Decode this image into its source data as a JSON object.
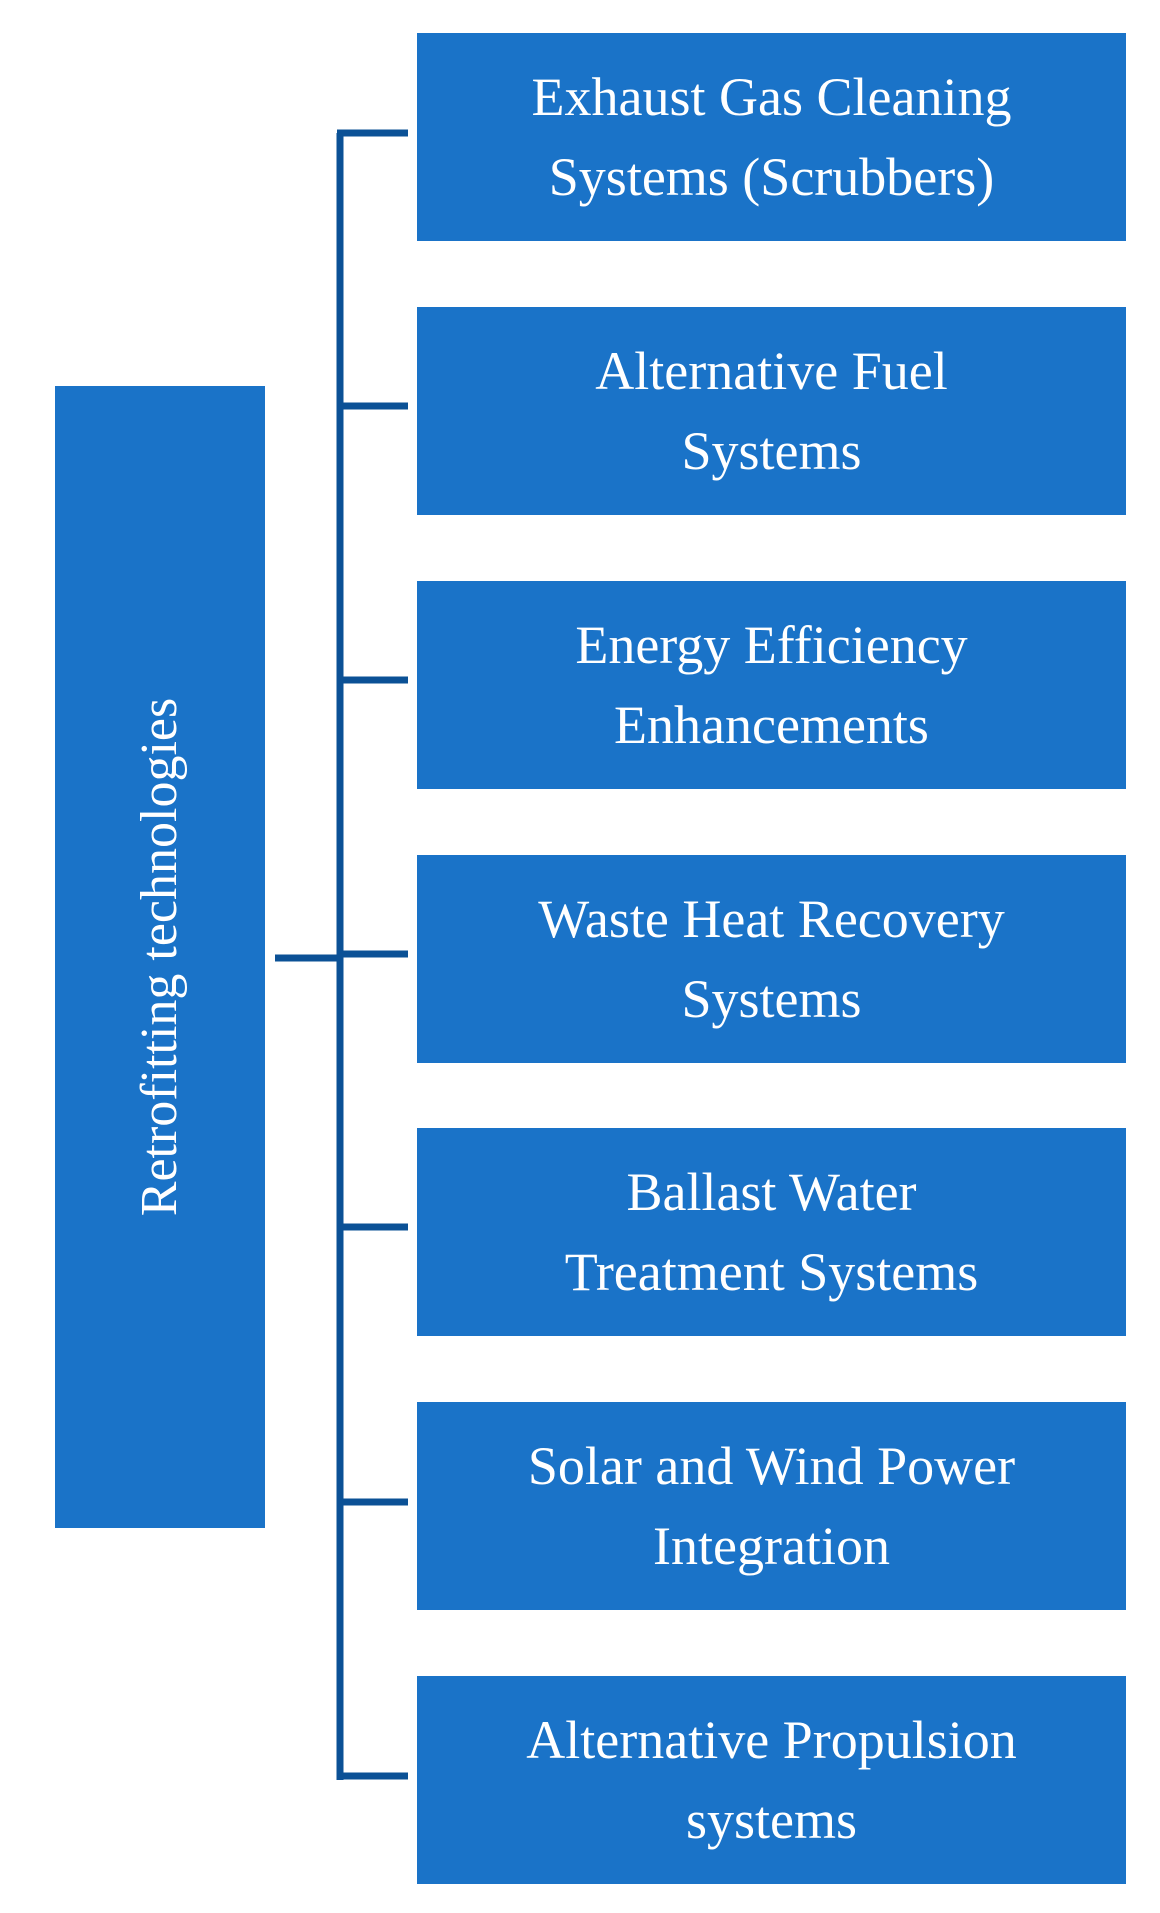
{
  "diagram": {
    "root_label": "Retrofitting technologies",
    "items": [
      "Exhaust Gas Cleaning\nSystems (Scrubbers)",
      "Alternative Fuel\nSystems",
      "Energy Efficiency\nEnhancements",
      "Waste Heat Recovery\nSystems",
      "Ballast Water\nTreatment Systems",
      "Solar and Wind Power\nIntegration",
      "Alternative Propulsion\nsystems"
    ],
    "colors": {
      "box_fill": "#1a73c8",
      "connector": "#0b5196",
      "text": "#ffffff"
    }
  }
}
